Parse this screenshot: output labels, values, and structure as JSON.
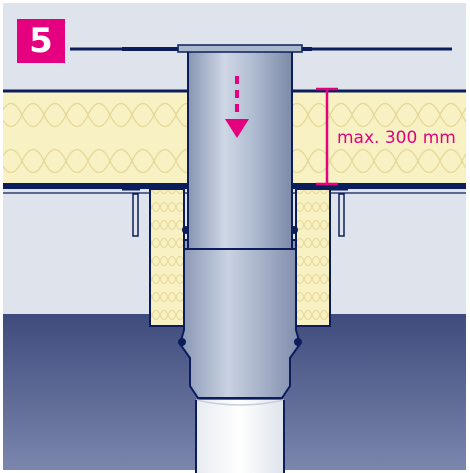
{
  "step_number": "5",
  "dimension_label": "max. 300 mm",
  "colors": {
    "accent": "#e4007f",
    "background_light": "#dfe4ec",
    "insulation": "#f7f1c4",
    "insulation_pattern": "#e8d99a",
    "pipe": "#a9b7cd",
    "outline": "#0b1e5b",
    "deck_dark": "#4a5684"
  },
  "icons": [
    "flow-direction-arrow",
    "dimension-marker"
  ]
}
